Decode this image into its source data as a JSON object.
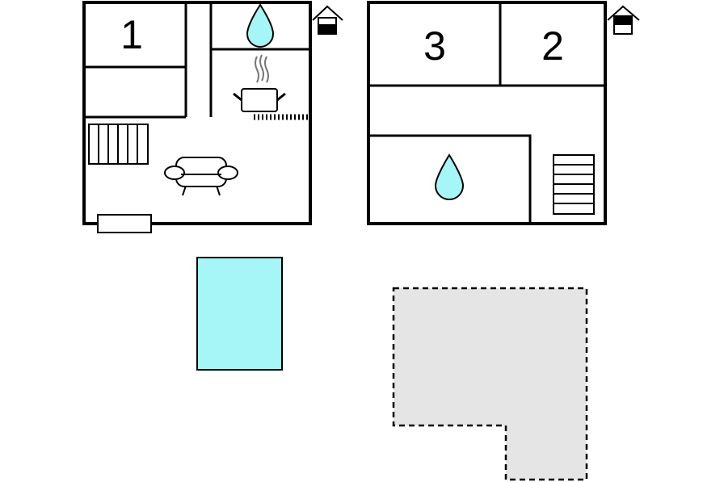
{
  "floorplan": {
    "ground_floor": {
      "rooms": [
        {
          "label": "1",
          "kind": "bedroom"
        }
      ],
      "icons": [
        "water-drop-icon",
        "kitchen-pot-icon",
        "steam-icon",
        "sofa-icon",
        "staircase-icon",
        "door-icon",
        "floor-house-icon"
      ],
      "floor_indicator": "ground"
    },
    "upper_floor": {
      "rooms": [
        {
          "label": "3",
          "kind": "bedroom"
        },
        {
          "label": "2",
          "kind": "bedroom"
        }
      ],
      "icons": [
        "water-drop-icon",
        "staircase-icon",
        "floor-house-icon"
      ],
      "floor_indicator": "upper"
    },
    "outdoor": {
      "items": [
        "pool",
        "terrace"
      ]
    },
    "colors": {
      "wall": "#000000",
      "water": "#a6f5f7",
      "pool": "#a6f5f7",
      "terrace": "#e5e5e5"
    }
  }
}
